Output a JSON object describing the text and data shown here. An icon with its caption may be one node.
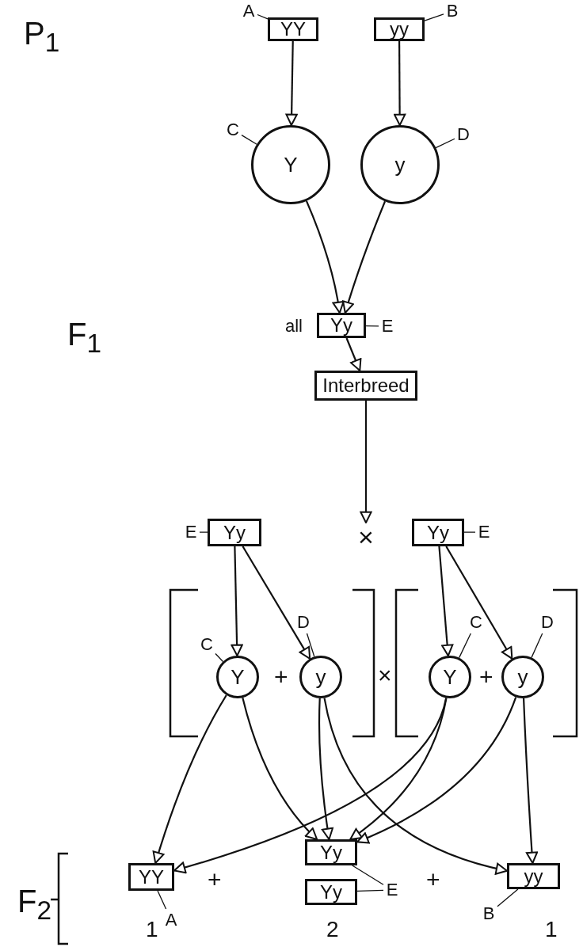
{
  "diagram": {
    "nodes": [
      {
        "text": [
          "YY"
        ]
      },
      {
        "text": [
          "yy"
        ]
      },
      {
        "text": [
          "Y"
        ]
      },
      {
        "text": [
          "y"
        ]
      },
      {
        "text": [
          "Yy"
        ],
        "beside": [
          "all"
        ]
      },
      {
        "text": [
          "Interbreed"
        ]
      },
      {
        "text": [
          "Yy"
        ]
      },
      {
        "text": [
          "Yy"
        ]
      },
      {
        "text": [
          "Y"
        ]
      },
      {
        "text": [
          "y"
        ]
      },
      {
        "text": [
          "Y"
        ]
      },
      {
        "text": [
          "y"
        ]
      },
      {
        "text": [
          "YY"
        ]
      },
      {
        "text": [
          "Yy"
        ]
      },
      {
        "text": [
          "Yy"
        ]
      },
      {
        "text": [
          "yy"
        ]
      },
      {
        "text": [
          "A"
        ]
      },
      {
        "text": [
          "B"
        ]
      },
      {
        "text": [
          "C"
        ]
      },
      {
        "text": [
          "D"
        ]
      },
      {
        "text": [
          "E"
        ]
      },
      {
        "text": [
          "E"
        ]
      },
      {
        "text": [
          "E"
        ]
      },
      {
        "text": [
          "C"
        ]
      },
      {
        "text": [
          "D"
        ]
      },
      {
        "text": [
          "C"
        ]
      },
      {
        "text": [
          "D"
        ]
      },
      {
        "text": [
          "A"
        ]
      },
      {
        "text": [
          "E"
        ]
      },
      {
        "text": [
          "B"
        ]
      },
      {
        "text": [
          "×"
        ]
      }
    ],
    "edges": [
      {
        "from": 0,
        "to": 2,
        "arrow": "to"
      },
      {
        "from": 1,
        "to": 3,
        "arrow": "to"
      },
      {
        "from": 2,
        "to": 4,
        "arrow": "to"
      },
      {
        "from": 3,
        "to": 4,
        "arrow": "to"
      },
      {
        "from": 4,
        "to": 5,
        "arrow": "to"
      },
      {
        "from": 5,
        "to": 30,
        "arrow": "to"
      },
      {
        "from": 6,
        "to": 8,
        "arrow": "to"
      },
      {
        "from": 6,
        "to": 9,
        "arrow": "to"
      },
      {
        "from": 7,
        "to": 10,
        "arrow": "to"
      },
      {
        "from": 7,
        "to": 11,
        "arrow": "to"
      },
      {
        "from": 8,
        "to": 12,
        "arrow": "to"
      },
      {
        "from": 8,
        "to": 13,
        "arrow": "to"
      },
      {
        "from": 9,
        "to": 13,
        "arrow": "to"
      },
      {
        "from": 9,
        "to": 15,
        "arrow": "to"
      },
      {
        "from": 10,
        "to": 12,
        "arrow": "to"
      },
      {
        "from": 10,
        "to": 13,
        "arrow": "to"
      },
      {
        "from": 11,
        "to": 13,
        "arrow": "to"
      },
      {
        "from": 11,
        "to": 15,
        "arrow": "to"
      },
      {
        "from": 16,
        "to": 0,
        "arrow": "none"
      },
      {
        "from": 17,
        "to": 1,
        "arrow": "none"
      },
      {
        "from": 18,
        "to": 2,
        "arrow": "none"
      },
      {
        "from": 19,
        "to": 3,
        "arrow": "none"
      },
      {
        "from": 20,
        "to": 4,
        "arrow": "none"
      },
      {
        "from": 21,
        "to": 6,
        "arrow": "none"
      },
      {
        "from": 22,
        "to": 7,
        "arrow": "none"
      },
      {
        "from": 23,
        "to": 8,
        "arrow": "none"
      },
      {
        "from": 24,
        "to": 9,
        "arrow": "none"
      },
      {
        "from": 25,
        "to": 10,
        "arrow": "none"
      },
      {
        "from": 26,
        "to": 11,
        "arrow": "none"
      },
      {
        "from": 27,
        "to": 12,
        "arrow": "none"
      },
      {
        "from": 28,
        "to": 13,
        "arrow": "none"
      },
      {
        "from": 28,
        "to": 14,
        "arrow": "none"
      },
      {
        "from": 29,
        "to": 15,
        "arrow": "none"
      }
    ],
    "labels": [
      "P$_{1}$",
      "F$_{1}$",
      "+",
      "×",
      "+",
      "+",
      "+",
      "F$_{2}$",
      "1",
      "2",
      "1"
    ]
  }
}
